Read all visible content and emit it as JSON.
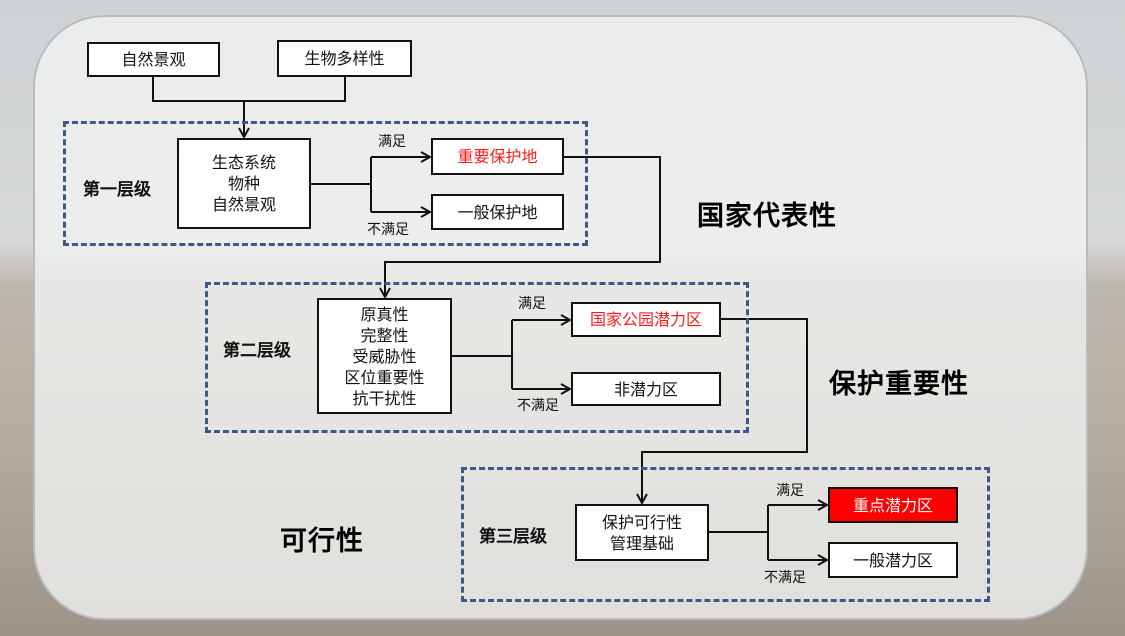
{
  "inputs": {
    "landscape": "自然景观",
    "biodiversity": "生物多样性"
  },
  "levels": [
    {
      "label": "第一层级",
      "criteria": [
        "生态系统",
        "物种",
        "自然景观"
      ],
      "pass_label": "满足",
      "fail_label": "不满足",
      "pass_result": "重要保护地",
      "fail_result": "一般保护地",
      "dimension": "国家代表性"
    },
    {
      "label": "第二层级",
      "criteria": [
        "原真性",
        "完整性",
        "受威胁性",
        "区位重要性",
        "抗干扰性"
      ],
      "pass_label": "满足",
      "fail_label": "不满足",
      "pass_result": "国家公园潜力区",
      "fail_result": "非潜力区",
      "dimension": "保护重要性"
    },
    {
      "label": "第三层级",
      "criteria": [
        "保护可行性",
        "管理基础"
      ],
      "pass_label": "满足",
      "fail_label": "不满足",
      "pass_result": "重点潜力区",
      "fail_result": "一般潜力区",
      "dimension": "可行性"
    }
  ],
  "colors": {
    "highlight": "#ff0000",
    "dashed_border": "#3b5a8a"
  }
}
